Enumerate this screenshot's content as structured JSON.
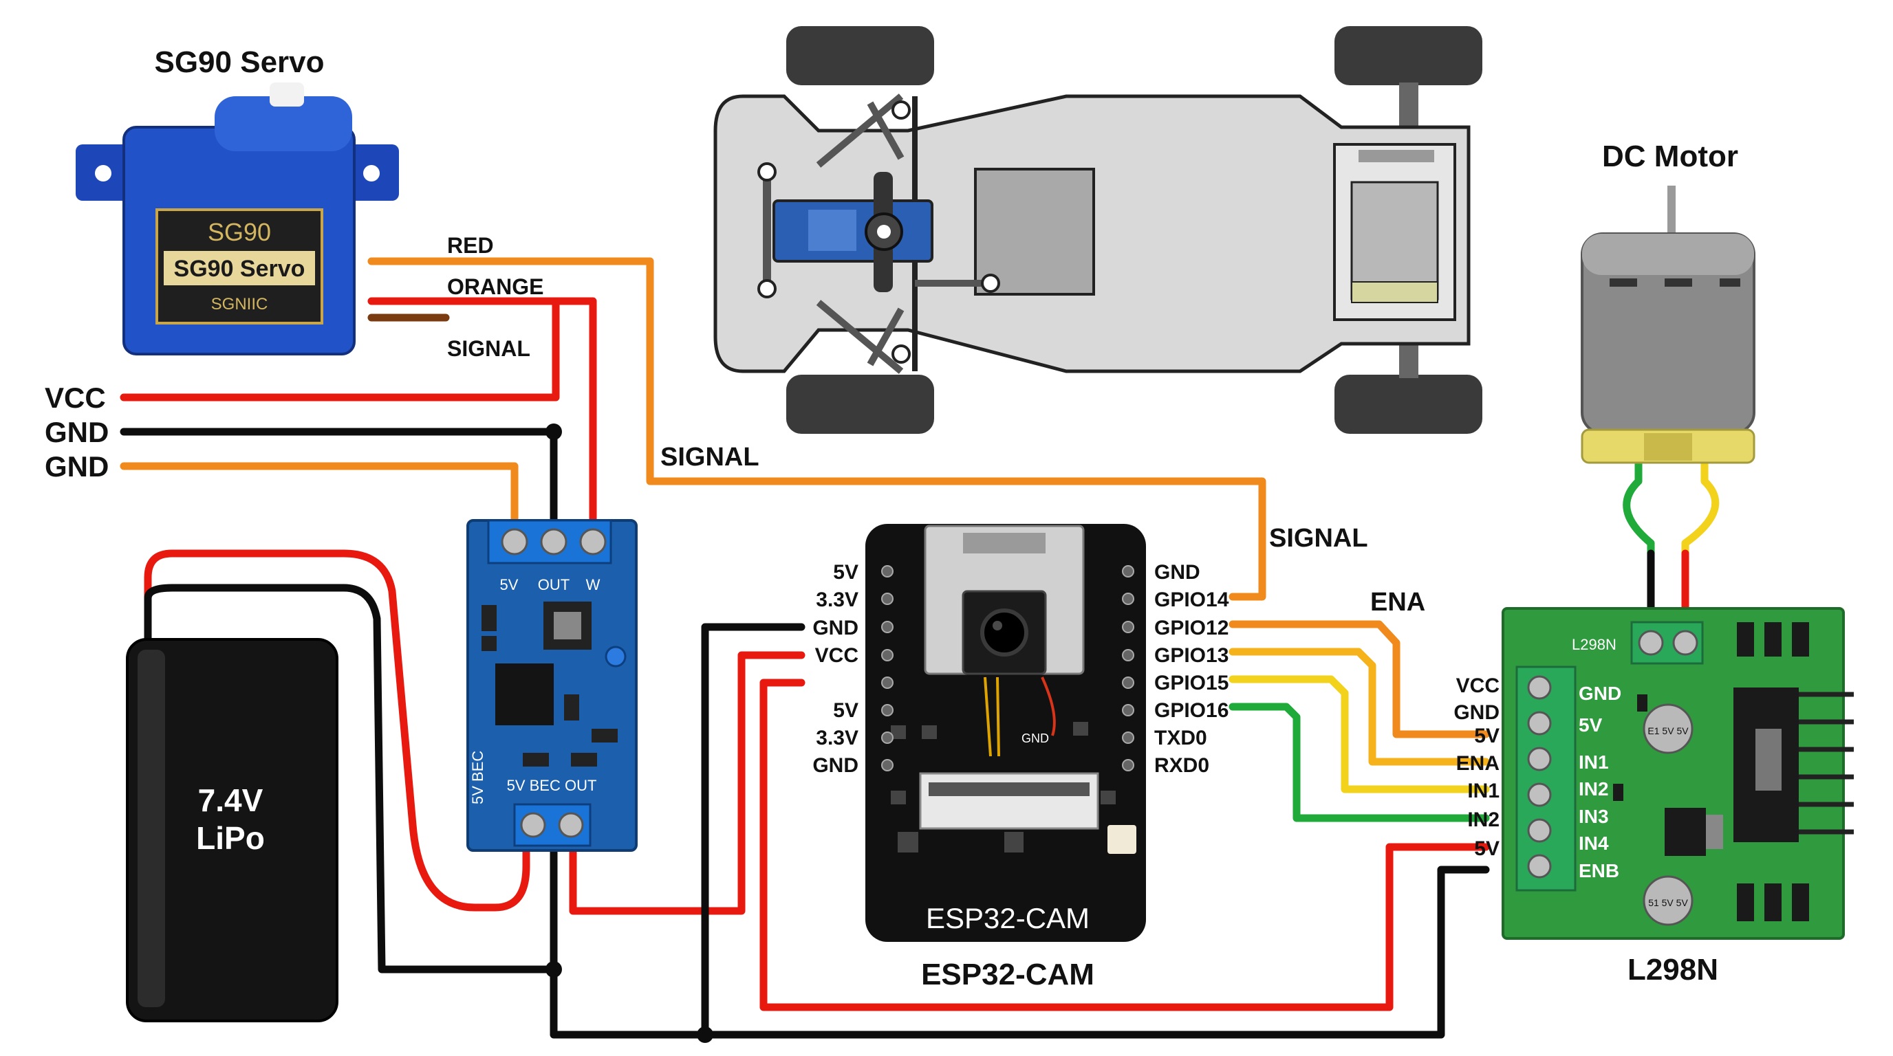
{
  "title_servo": "SG90 Servo",
  "servo_sticker": {
    "top": "SG90",
    "main": "SG90 Servo",
    "bottom": "SGNIIC"
  },
  "servo_wires": {
    "red": "RED",
    "orange": "ORANGE",
    "signal": "SIGNAL"
  },
  "power_labels": {
    "vcc": "VCC",
    "gnd1": "GND",
    "gnd2": "GND"
  },
  "signal_labels": {
    "left": "SIGNAL",
    "right": "SIGNAL",
    "ena": "ENA"
  },
  "battery": {
    "line1": "7.4V",
    "line2": "LiPo"
  },
  "bec": {
    "pin_5v": "5V",
    "pin_out": "OUT",
    "pin_w": "W",
    "side": "5V BEC",
    "out": "5V BEC OUT"
  },
  "esp32": {
    "board_text": "ESP32-CAM",
    "title": "ESP32-CAM",
    "left_pins": [
      "5V",
      "3.3V",
      "GND",
      "VCC",
      "5V",
      "3.3V",
      "GND"
    ],
    "right_pins": [
      "GND",
      "GPIO14",
      "GPIO12",
      "GPIO13",
      "GPIO15",
      "GPIO16",
      "TXD0",
      "RXD0"
    ],
    "gnd_silk": "GND"
  },
  "l298n": {
    "title": "L298N",
    "silk": "L298N",
    "input_labels": [
      "VCC",
      "GND",
      "5V",
      "ENA",
      "IN1",
      "IN2",
      "5V"
    ],
    "board_pins": [
      "GND",
      "5V",
      "IN1",
      "IN2",
      "IN3",
      "IN4",
      "ENB"
    ],
    "cap1": "E1 5V 5V",
    "cap2": "51 5V 5V"
  },
  "motor": {
    "title": "DC Motor"
  },
  "wire_colors": {
    "red": "#e8190f",
    "black": "#0d0d0d",
    "orange": "#f08a1c",
    "yellow": "#f2d21b",
    "green": "#1faa3a"
  }
}
